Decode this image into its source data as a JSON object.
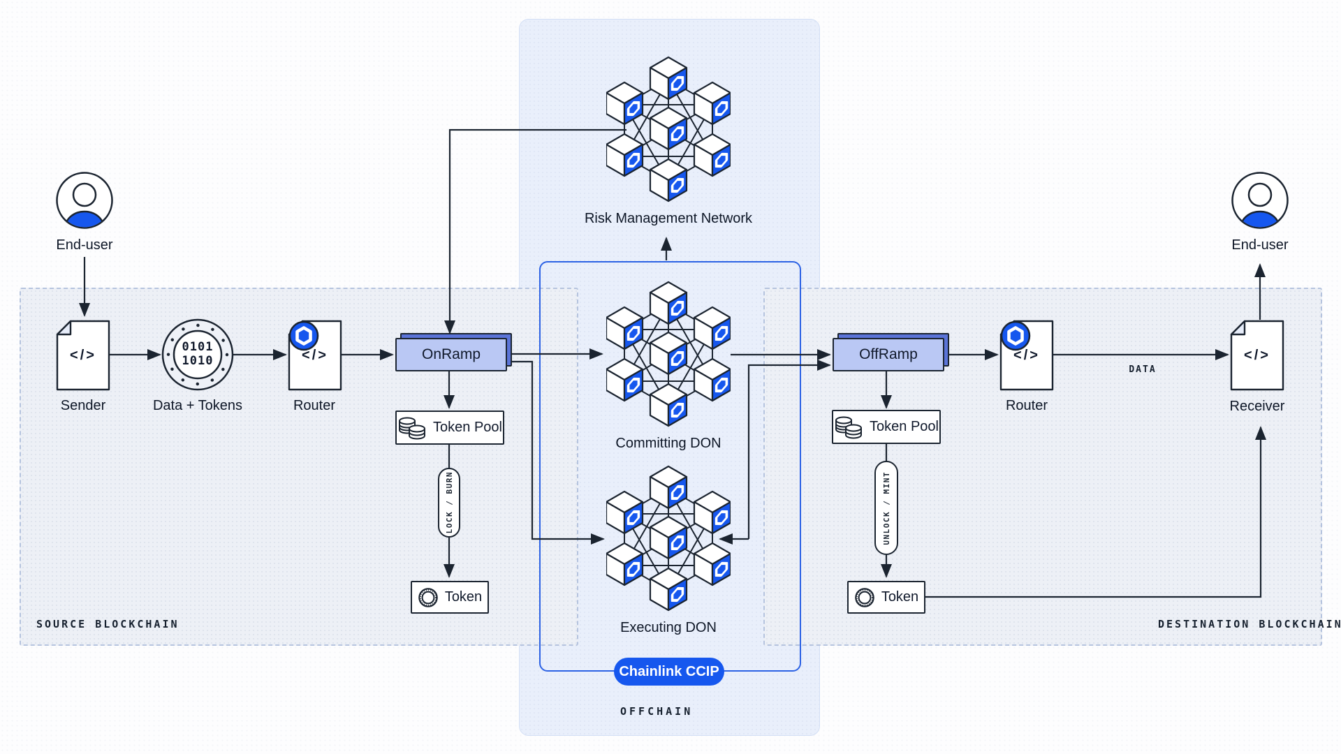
{
  "diagram": {
    "source_chain": {
      "panel_label": "SOURCE BLOCKCHAIN",
      "end_user": "End-user",
      "sender": "Sender",
      "data_tokens": {
        "label": "Data + Tokens",
        "binary_line1": "0101",
        "binary_line2": "1010"
      },
      "router": "Router",
      "onramp": "OnRamp",
      "token_pool": "Token Pool",
      "lock_burn": "LOCK / BURN",
      "token": "Token"
    },
    "offchain": {
      "panel_label": "OFFCHAIN",
      "risk_management": "Risk Management Network",
      "committing_don": "Committing DON",
      "executing_don": "Executing DON",
      "ccip_badge": "Chainlink CCIP"
    },
    "destination_chain": {
      "panel_label": "DESTINATION BLOCKCHAIN",
      "offramp": "OffRamp",
      "token_pool": "Token Pool",
      "unlock_mint": "UNLOCK / MINT",
      "token": "Token",
      "router": "Router",
      "receiver": "Receiver",
      "end_user": "End-user",
      "data_arrow_label": "DATA"
    },
    "glyphs": {
      "code": "</>"
    },
    "colors": {
      "accent_blue": "#1657EE",
      "ramp_fill": "#BAC8F4",
      "ramp_back": "#5B74D8",
      "ink": "#1B2430",
      "offchain_bg": "#E9EFFB",
      "chain_panel_bg": "#EDF0F6",
      "bracket_blue": "#2B61E4"
    }
  }
}
